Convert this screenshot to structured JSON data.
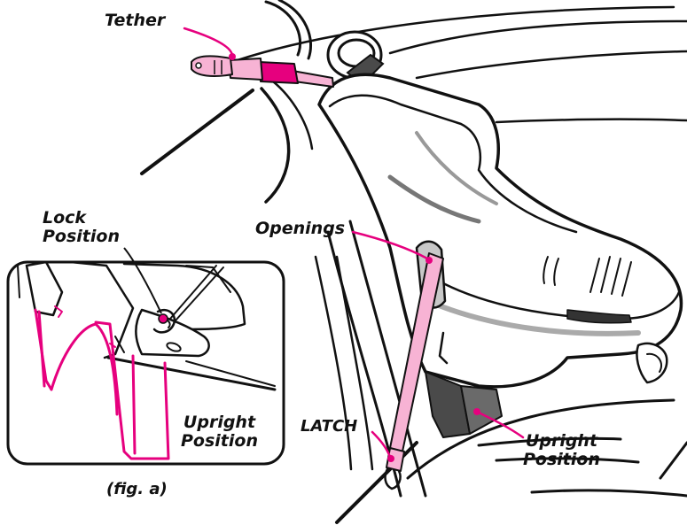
{
  "labels": {
    "tether": "Tether",
    "lock_position_line1": "Lock",
    "lock_position_line2": "Position",
    "openings": "Openings",
    "latch": "LATCH",
    "inset_upright_line1": "Upright",
    "inset_upright_line2": "Position",
    "main_upright_line1": "Upright",
    "main_upright_line2": "Position",
    "figure_caption": "(fig. a)"
  },
  "colors": {
    "outline": "#111111",
    "strap_pink": "#f7b3d4",
    "accent_magenta": "#e6007e",
    "seat_gray": "#bdbdbd",
    "seat_dark": "#4a4a4a"
  }
}
